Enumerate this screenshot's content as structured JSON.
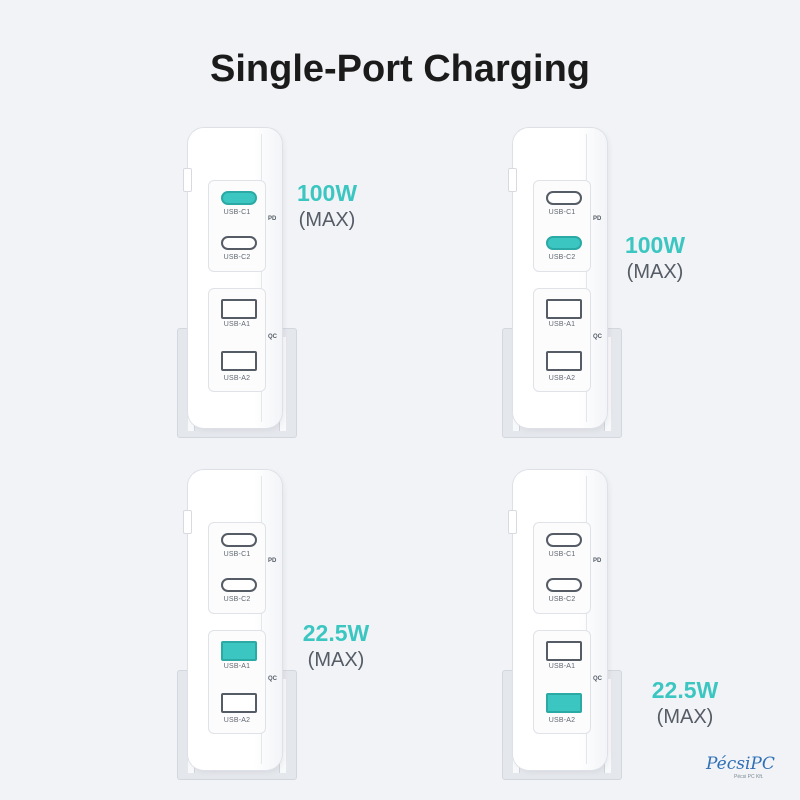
{
  "title": "Single-Port Charging",
  "ports": {
    "c1": "USB-C1",
    "c2": "USB-C2",
    "a1": "USB-A1",
    "a2": "USB-A2",
    "pd": "PD",
    "qc": "QC"
  },
  "panels": [
    {
      "active_port": "USB-C1",
      "watt": "100W",
      "max": "(MAX)"
    },
    {
      "active_port": "USB-C2",
      "watt": "100W",
      "max": "(MAX)"
    },
    {
      "active_port": "USB-A1",
      "watt": "22.5W",
      "max": "(MAX)"
    },
    {
      "active_port": "USB-A2",
      "watt": "22.5W",
      "max": "(MAX)"
    }
  ],
  "colors": {
    "accent": "#3cc6c1",
    "text": "#1b1b1b",
    "muted": "#555c66",
    "watermark": "#2e6fb6"
  },
  "watermark": {
    "text": "PécsiPC",
    "sub": "Pécsi PC Kft."
  }
}
